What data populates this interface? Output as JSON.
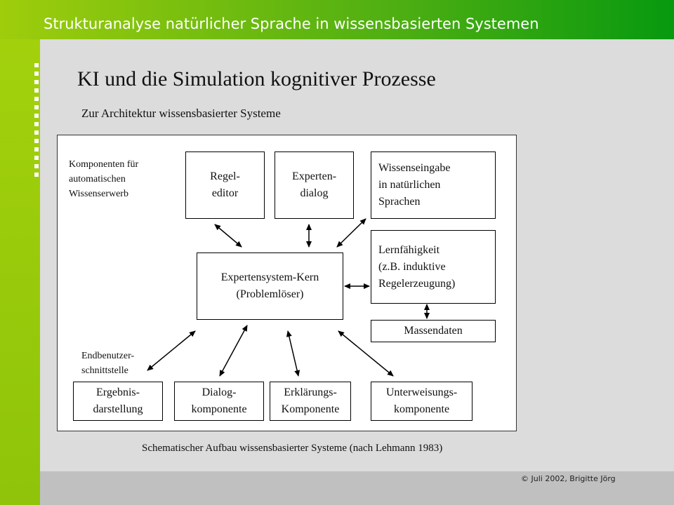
{
  "header": {
    "title": "Strukturanalyse natürlicher Sprache in wissensbasierten Systemen"
  },
  "slide": {
    "title": "KI und die Simulation kognitiver Prozesse",
    "subtitle": "Zur Architektur wissensbasierter  Systeme"
  },
  "diagram": {
    "notes": {
      "acquisition": "Komponenten für\nautomatischen\nWissenserwerb",
      "user_interface": "Endbenutzer-\nschnittstelle"
    },
    "boxes": {
      "regel_editor": "Regel-\neditor",
      "experten_dialog": "Experten-\ndialog",
      "wissenseingabe": "Wissenseingabe\nin natürlichen\nSprachen",
      "lernfaehigkeit": "Lernfähigkeit\n(z.B.  induktive\nRegelerzeugung)",
      "massendaten": "Massendaten",
      "kern": "Expertensystem-Kern\n(Problemlöser)",
      "ergebnis": "Ergebnis-\ndarstellung",
      "dialog": "Dialog-\nkomponente",
      "erklaerung": "Erklärungs-\nKomponente",
      "unterweisung": "Unterweisungs-\nkomponente"
    },
    "caption": "Schematischer Aufbau wissensbasierter Systeme (nach Lehmann 1983)"
  },
  "footer": {
    "text": "© Juli 2002, Brigitte Jörg"
  }
}
